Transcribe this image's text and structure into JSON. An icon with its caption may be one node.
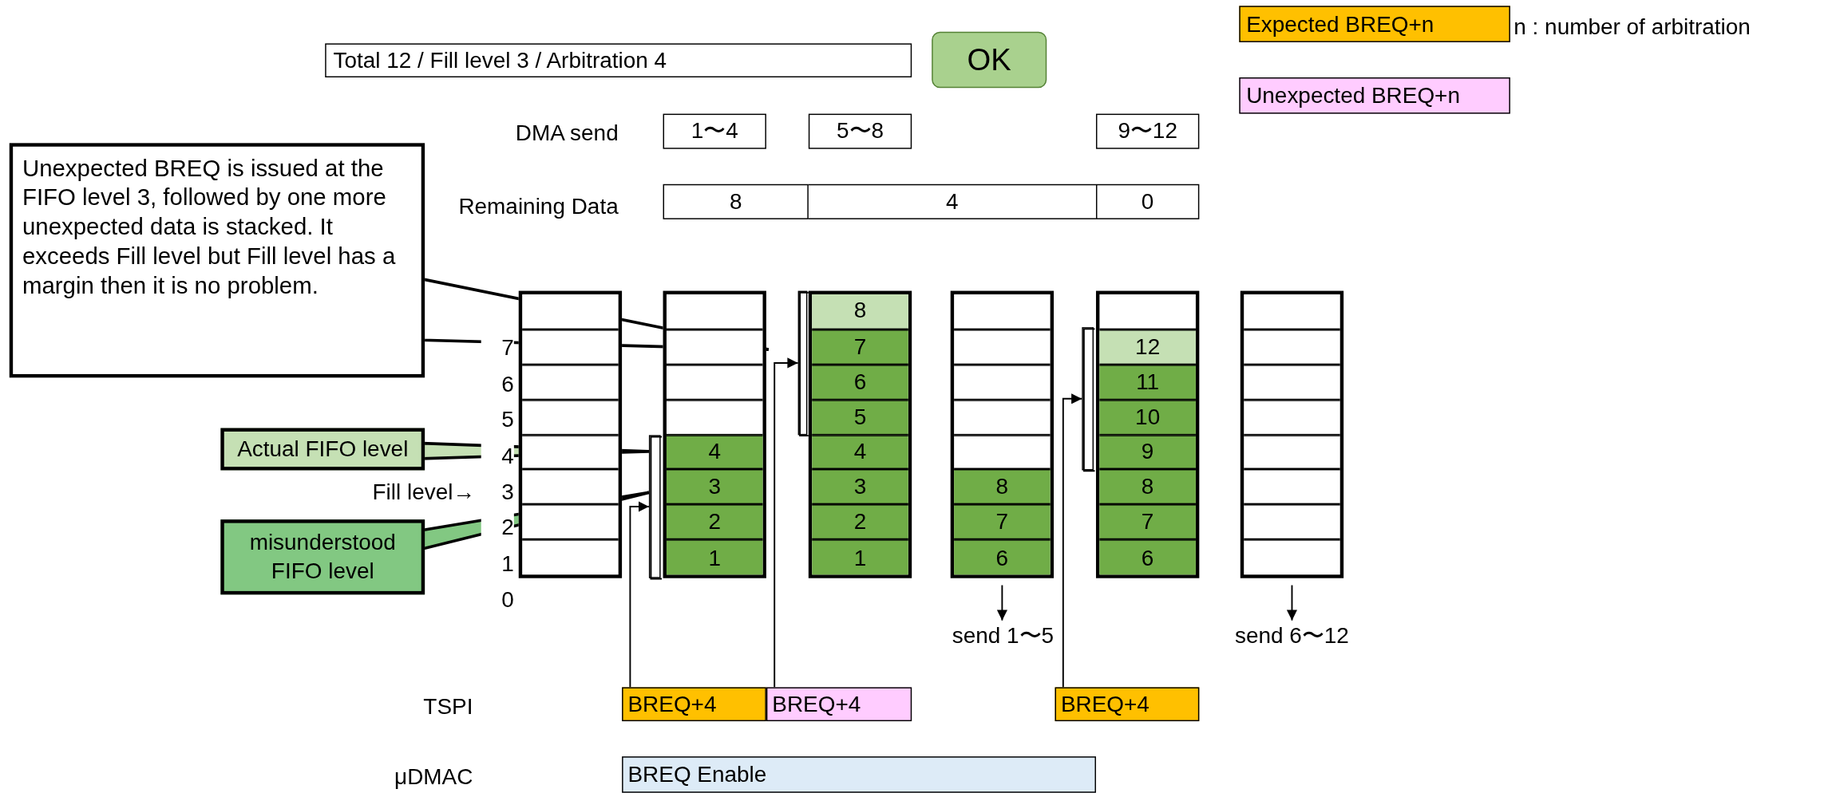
{
  "diagram": {
    "nodes": [
      {
        "text": [
          "Total 12 / Fill level 3 / Arbitration 4"
        ]
      },
      {
        "text": [
          "OK"
        ]
      },
      {
        "text": [
          "1〜4"
        ]
      },
      {
        "text": [
          "5〜8"
        ]
      },
      {
        "text": [
          "9〜12"
        ]
      },
      {
        "text": [
          "8"
        ]
      },
      {
        "text": [
          "4"
        ]
      },
      {
        "text": [
          "0"
        ]
      },
      {
        "text": [
          "Unexpected BREQ is issued at the FIFO level 3, followed by one more unexpected data is stacked. It exceeds Fill level but Fill level has a margin then it is no problem."
        ]
      },
      {
        "text": [],
        "shape": "box"
      },
      {
        "text": [],
        "shape": "box",
        "in": 9
      },
      {
        "text": [],
        "shape": "box",
        "in": 9
      },
      {
        "text": [],
        "shape": "box",
        "in": 9
      },
      {
        "text": [],
        "shape": "box",
        "in": 9
      },
      {
        "text": [],
        "shape": "box",
        "in": 9
      },
      {
        "text": [],
        "shape": "box",
        "in": 9
      },
      {
        "text": [],
        "shape": "box",
        "in": 9
      },
      {
        "text": [],
        "shape": "box",
        "in": 9
      },
      {
        "text": [],
        "shape": "box"
      },
      {
        "text": [],
        "shape": "box",
        "in": 18
      },
      {
        "text": [],
        "shape": "box",
        "in": 18
      },
      {
        "text": [],
        "shape": "box",
        "in": 18
      },
      {
        "text": [],
        "shape": "box",
        "in": 18
      },
      {
        "text": [
          "4"
        ],
        "in": 18
      },
      {
        "text": [
          "3"
        ],
        "in": 18
      },
      {
        "text": [
          "2"
        ],
        "in": 18
      },
      {
        "text": [
          "1"
        ],
        "in": 18
      },
      {
        "text": [],
        "shape": "box"
      },
      {
        "text": [
          "8"
        ],
        "in": 27
      },
      {
        "text": [
          "7"
        ],
        "in": 27
      },
      {
        "text": [
          "6"
        ],
        "in": 27
      },
      {
        "text": [
          "5"
        ],
        "in": 27
      },
      {
        "text": [
          "4"
        ],
        "in": 27
      },
      {
        "text": [
          "3"
        ],
        "in": 27
      },
      {
        "text": [
          "2"
        ],
        "in": 27
      },
      {
        "text": [
          "1"
        ],
        "in": 27
      },
      {
        "text": [],
        "shape": "box"
      },
      {
        "text": [],
        "shape": "box",
        "in": 36
      },
      {
        "text": [],
        "shape": "box",
        "in": 36
      },
      {
        "text": [],
        "shape": "box",
        "in": 36
      },
      {
        "text": [],
        "shape": "box",
        "in": 36
      },
      {
        "text": [],
        "shape": "box",
        "in": 36
      },
      {
        "text": [
          "8"
        ],
        "in": 36
      },
      {
        "text": [
          "7"
        ],
        "in": 36
      },
      {
        "text": [
          "6"
        ],
        "in": 36
      },
      {
        "text": [],
        "shape": "box"
      },
      {
        "text": [],
        "shape": "box",
        "in": 45
      },
      {
        "text": [
          "12"
        ],
        "in": 45
      },
      {
        "text": [
          "11"
        ],
        "in": 45
      },
      {
        "text": [
          "10"
        ],
        "in": 45
      },
      {
        "text": [
          "9"
        ],
        "in": 45
      },
      {
        "text": [
          "8"
        ],
        "in": 45
      },
      {
        "text": [
          "7"
        ],
        "in": 45
      },
      {
        "text": [
          "6"
        ],
        "in": 45
      },
      {
        "text": [],
        "shape": "box"
      },
      {
        "text": [],
        "shape": "box",
        "in": 54
      },
      {
        "text": [],
        "shape": "box",
        "in": 54
      },
      {
        "text": [],
        "shape": "box",
        "in": 54
      },
      {
        "text": [],
        "shape": "box",
        "in": 54
      },
      {
        "text": [],
        "shape": "box",
        "in": 54
      },
      {
        "text": [],
        "shape": "box",
        "in": 54
      },
      {
        "text": [],
        "shape": "box",
        "in": 54
      },
      {
        "text": [],
        "shape": "box",
        "in": 54
      },
      {
        "text": [
          "Actual FIFO level"
        ]
      },
      {
        "text": [
          "misunderstood FIFO level"
        ]
      },
      {
        "text": [],
        "shape": "bracket"
      },
      {
        "text": [],
        "shape": "bracket"
      },
      {
        "text": [],
        "shape": "bracket"
      },
      {
        "text": [
          "BREQ+4"
        ]
      },
      {
        "text": [
          "BREQ+4"
        ]
      },
      {
        "text": [
          "BREQ+4"
        ]
      },
      {
        "text": [
          "BREQ Enable"
        ]
      },
      {
        "text": [
          "send 1〜5"
        ]
      },
      {
        "text": [
          "send 6〜12"
        ]
      }
    ],
    "edges": [
      {
        "from": 8,
        "to": null,
        "arrow": "to"
      },
      {
        "from": 63,
        "to": 65,
        "arrow": "to"
      },
      {
        "from": 64,
        "to": 65,
        "arrow": "to"
      },
      {
        "from": 68,
        "to": 65,
        "arrow": "to"
      },
      {
        "from": 69,
        "to": 66,
        "arrow": "to"
      },
      {
        "from": 70,
        "to": 67,
        "arrow": "to"
      },
      {
        "from": 36,
        "to": 72,
        "arrow": "to"
      },
      {
        "from": 54,
        "to": 73,
        "arrow": "to"
      }
    ],
    "labels": [
      "DMA send",
      "Remaining Data",
      "7",
      "6",
      "5",
      "4",
      "Fill level→",
      "3",
      "2",
      "1",
      "0",
      "TSPI",
      "μDMAC",
      "n : number of arbitration"
    ],
    "legend": [
      {
        "text": "Expected BREQ+n",
        "color": "#ffc000"
      },
      {
        "text": "Unexpected BREQ+n",
        "color": "#ffccff"
      }
    ]
  }
}
